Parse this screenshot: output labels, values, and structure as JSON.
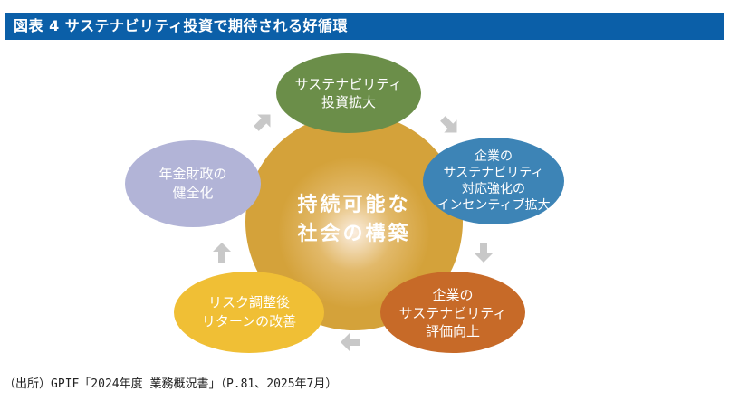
{
  "header": {
    "title": "図表 4 サステナビリティ投資で期待される好循環"
  },
  "diagram": {
    "center": {
      "line1": "持続可能な",
      "line2": "社会の構築",
      "color": "#d4a23a"
    },
    "nodes": [
      {
        "lines": [
          "サステナビリティ",
          "投資拡大"
        ],
        "color": "#6b8e49"
      },
      {
        "lines": [
          "企業の",
          "サステナビリティ",
          "対応強化の",
          "インセンティブ拡大"
        ],
        "color": "#3d84b6"
      },
      {
        "lines": [
          "企業の",
          "サステナビリティ",
          "評価向上"
        ],
        "color": "#c76a28"
      },
      {
        "lines": [
          "リスク調整後",
          "リターンの改善"
        ],
        "color": "#f0bf35"
      },
      {
        "lines": [
          "年金財政の",
          "健全化"
        ],
        "color": "#b2b4d7"
      }
    ],
    "arrow_color": "#c8c8c8"
  },
  "footer": {
    "source": "（出所）GPIF「2024年度 業務概況書」（P.81、2025年7月）"
  }
}
